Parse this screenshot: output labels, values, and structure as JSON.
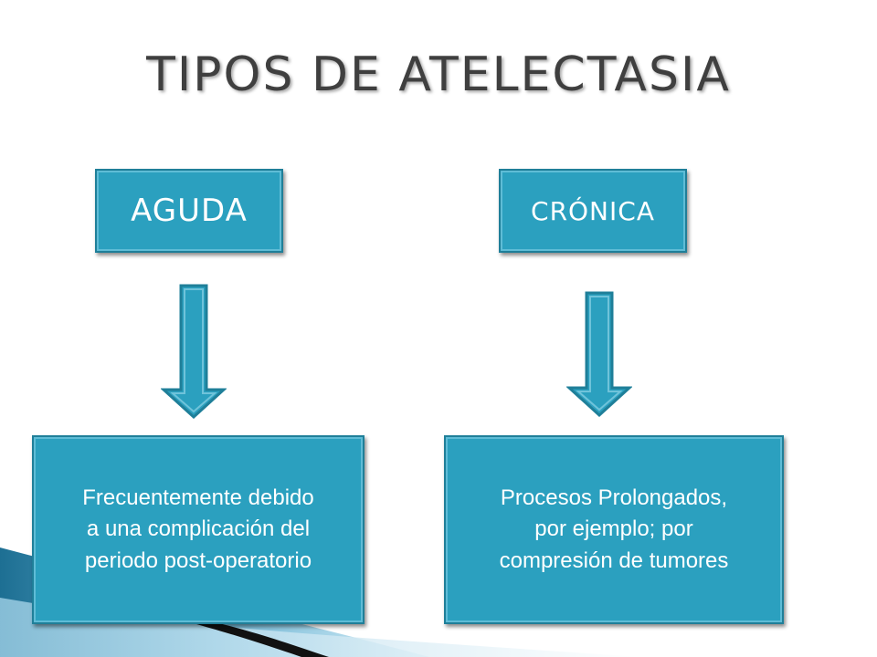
{
  "title": "TIPOS DE ATELECTASIA",
  "colors": {
    "box_fill": "#2ba0bf",
    "box_border": "#1f7f99",
    "arrow_fill": "#2ba0bf",
    "title_text": "#3f3f3f",
    "box_text": "#ffffff"
  },
  "branches": [
    {
      "heading": "AGUDA",
      "description_lines": [
        "Frecuentemente debido",
        "a una complicación del",
        "periodo post-operatorio"
      ]
    },
    {
      "heading": "CRÓNICA",
      "description_lines": [
        "Procesos Prolongados,",
        "por ejemplo; por",
        "compresión de tumores"
      ]
    }
  ],
  "icons": {
    "connector": "down-arrow-icon",
    "decoration": "corner-swoosh"
  }
}
